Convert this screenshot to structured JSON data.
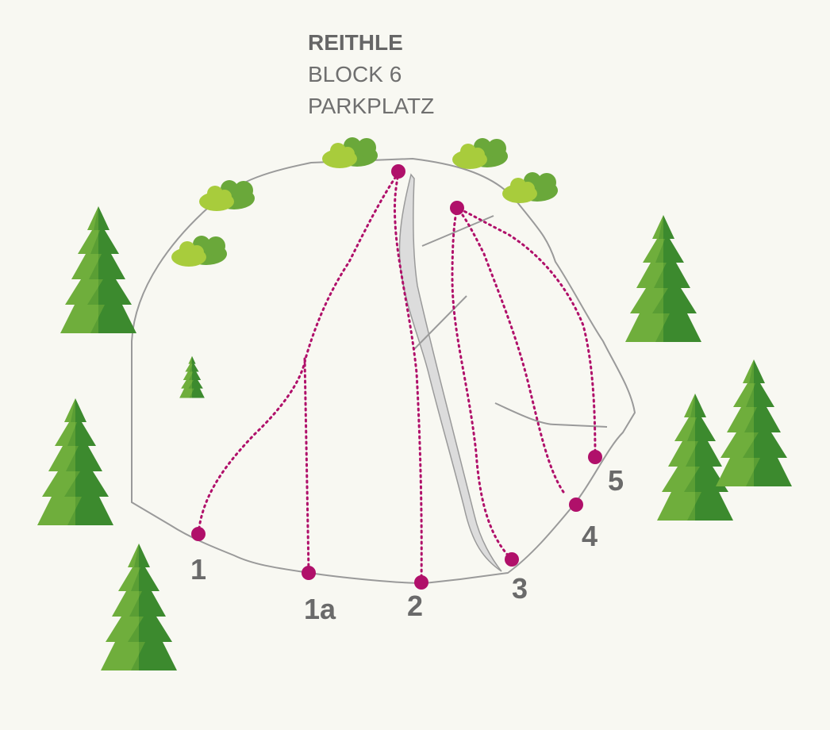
{
  "title": {
    "area": "REITHLE",
    "block": "BLOCK 6",
    "location": "PARKPLATZ"
  },
  "colors": {
    "background": "#f8f8f2",
    "boulder_outline": "#9a9a9a",
    "crack_fill": "#dcdcdc",
    "route": "#b0106a",
    "label": "#6a6a6a",
    "tree_light": "#6fae3c",
    "tree_dark": "#3c8a2e",
    "bush_light": "#a8cc3c",
    "bush_dark": "#6aa83a"
  },
  "routes": [
    {
      "id": "route-1",
      "label": "1"
    },
    {
      "id": "route-1a",
      "label": "1a"
    },
    {
      "id": "route-2",
      "label": "2"
    },
    {
      "id": "route-3",
      "label": "3"
    },
    {
      "id": "route-4",
      "label": "4"
    },
    {
      "id": "route-5",
      "label": "5"
    }
  ]
}
